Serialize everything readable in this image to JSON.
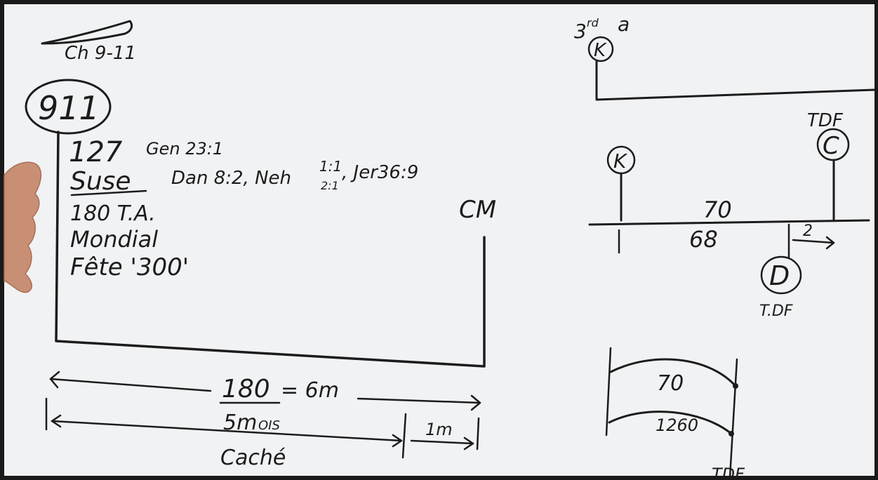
{
  "left_diagram": {
    "chapter_ref": "Ch 9-11",
    "circle_label": "911",
    "notes": {
      "line1_num": "127",
      "line1_ref": "Gen 23:1",
      "line2_word": "Suse",
      "line2_ref_a": "Dan 8:2, Neh",
      "line2_frac_top": "1:1",
      "line2_frac_bottom": "2:1",
      "line2_ref_b": ", Jer36:9",
      "line3": "180  T.A.",
      "line4": "Mondial",
      "line5": "Fête '300'"
    },
    "end_label": "CM",
    "span_label_num": "180",
    "span_label_rest": "= 6m",
    "months_label_big": "5m",
    "months_label_small": "OIS",
    "last_month_label": "1m",
    "hidden_label": "Caché"
  },
  "top_right": {
    "top_label": "3",
    "top_sup": "rd",
    "top_suffix": "a",
    "circle_label": "K"
  },
  "middle_right": {
    "left_circle": "K",
    "right_circle": "C",
    "right_circle_tag": "TDF",
    "upper_value": "70",
    "lower_value": "68",
    "arrow_value": "2",
    "bottom_circle": "D",
    "bottom_circle_tag": "T.DF"
  },
  "bottom_right": {
    "upper_arc_value": "70",
    "lower_arc_value": "1260",
    "tag": "TDF"
  },
  "colors": {
    "ink": "#1c1c1c",
    "board": "#f1f2f4",
    "hand": "#c98f74"
  }
}
